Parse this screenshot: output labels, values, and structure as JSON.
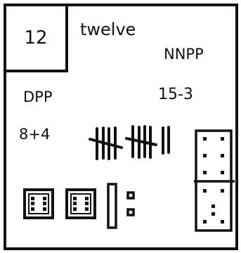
{
  "card": {
    "number": "12",
    "word": "twelve",
    "label_nnpp": "NNPP",
    "label_dpp": "DPP",
    "equation_sub": "15-3",
    "equation_add": "8+4"
  },
  "tally": {
    "count": 12,
    "groups_of_five": 2,
    "remainder_strokes": 2
  },
  "dice_domino": {
    "top_half_pips": 6,
    "bottom_half_pips": 6
  },
  "ten_frame_cards": [
    {
      "pips": 6
    },
    {
      "pips": 6
    }
  ],
  "base_ten_blocks": {
    "rods": 1,
    "units": 2
  },
  "colors": {
    "ink": "#111111",
    "background": "#ffffff"
  }
}
